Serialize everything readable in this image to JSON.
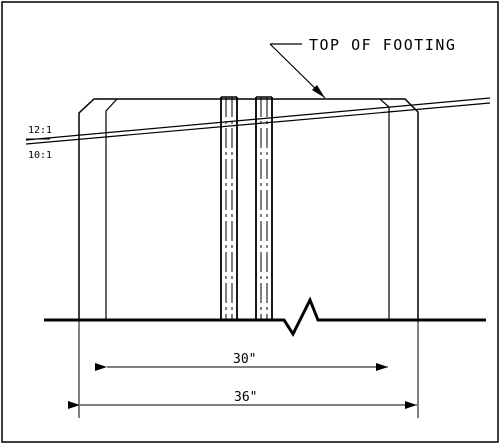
{
  "drawing": {
    "callout_label": "TOP OF FOOTING",
    "slope_upper": "12:1",
    "slope_lower": "10:1",
    "dim_inner": "30\"",
    "dim_outer": "36\""
  },
  "colors": {
    "ink": "#000000",
    "background": "#ffffff"
  }
}
